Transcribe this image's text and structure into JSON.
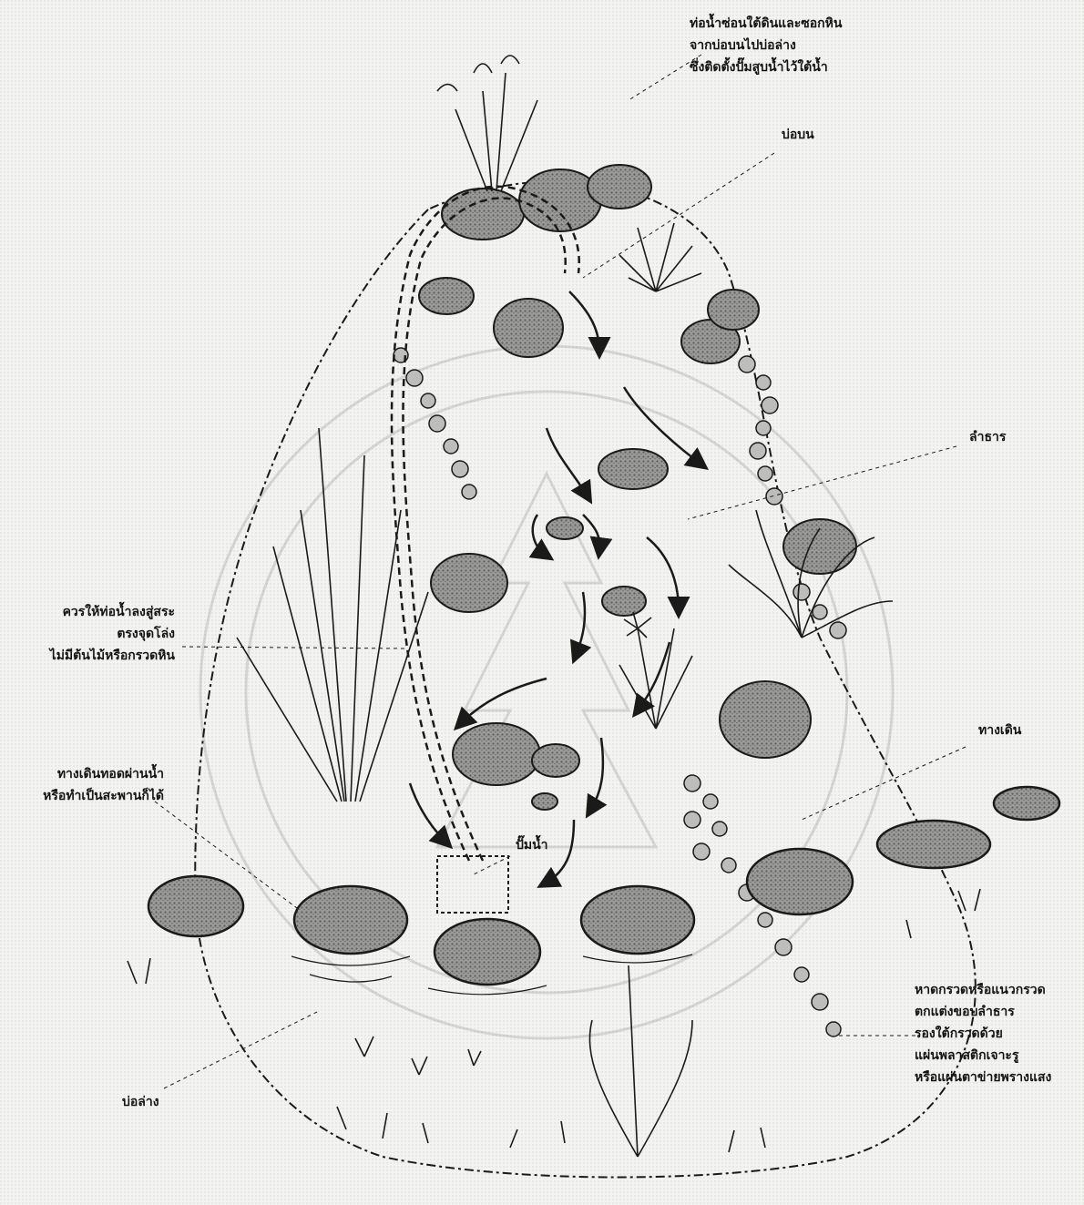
{
  "labels": {
    "pipe_note": [
      "ท่อน้ำซ่อนใต้ดินและซอกหิน",
      "จากบ่อบนไปบ่อล่าง",
      "ซึ่งติดตั้งปั๊มสูบน้ำไว้ใต้น้ำ"
    ],
    "upper_pond": "บ่อบน",
    "stream": "ลำธาร",
    "pipe_outlet_note": [
      "ควรให้ท่อน้ำลงสู่สระ",
      "ตรงจุดโล่ง",
      "ไม่มีต้นไม้หรือกรวดหิน"
    ],
    "walkway": "ทางเดิน",
    "stepping_path_note": [
      "ทางเดินทอดผ่านน้ำ",
      "หรือทำเป็นสะพานก็ได้"
    ],
    "pump": "ปั๊มน้ำ",
    "gravel_note": [
      "หาดกรวดหรือแนวกรวด",
      "ตกแต่งขอบลำธาร",
      "รองใต้กรวดด้วย",
      "แผ่นพลาสติกเจาะรู",
      "หรือแผ่นตาข่ายพรางแสง"
    ],
    "lower_pond": "บ่อล่าง"
  },
  "colors": {
    "ink": "#1a1a1a",
    "paper": "#f3f3f1",
    "stone": "#8f8f8f",
    "stone_dark": "#6d6d6d"
  }
}
